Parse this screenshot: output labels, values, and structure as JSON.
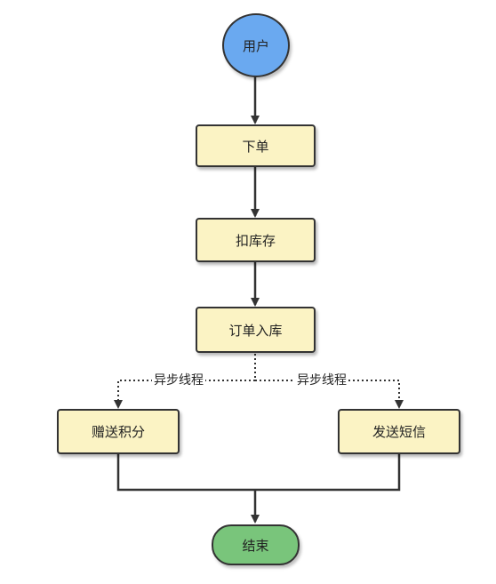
{
  "nodes": {
    "start": "用户",
    "order": "下单",
    "deduct_stock": "扣库存",
    "order_stored": "订单入库",
    "gift_points": "赠送积分",
    "send_sms": "发送短信",
    "end": "结束"
  },
  "edges": {
    "async_left": "异步线程",
    "async_right": "异步线程"
  },
  "colors": {
    "start_fill": "#6aa9f0",
    "process_fill": "#fbf3c4",
    "end_fill": "#79c57b",
    "stroke": "#333333"
  }
}
